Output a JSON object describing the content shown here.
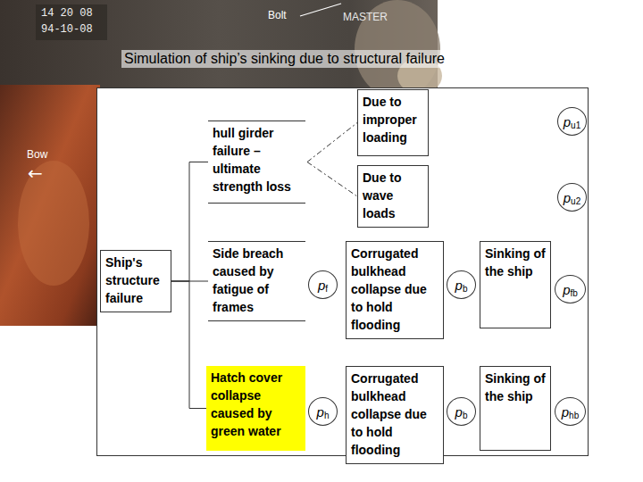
{
  "diagram": {
    "title": "Simulation of ship’s sinking due to structural failure",
    "nodes": [
      {
        "text": [
          "Ship's structure failure"
        ]
      },
      {
        "text": [
          "hull girder failure – ultimate strength loss"
        ]
      },
      {
        "text": [
          "Due to improper loading"
        ]
      },
      {
        "text": [
          "p",
          "u1"
        ]
      },
      {
        "text": [
          "Due to wave loads"
        ]
      },
      {
        "text": [
          "p",
          "u2"
        ]
      },
      {
        "text": [
          "Side breach caused by fatigue of frames"
        ]
      },
      {
        "text": [
          "p",
          "f"
        ]
      },
      {
        "text": [
          "Corrugated bulkhead collapse due to hold flooding"
        ]
      },
      {
        "text": [
          "p",
          "b"
        ]
      },
      {
        "text": [
          "Sinking of the ship"
        ]
      },
      {
        "text": [
          "p",
          "fb"
        ]
      },
      {
        "text": [
          "Hatch cover collapse caused by green water"
        ]
      },
      {
        "text": [
          "p",
          "h"
        ]
      },
      {
        "text": [
          "Corrugated bulkhead collapse due to hold flooding"
        ]
      },
      {
        "text": [
          "p",
          "b"
        ]
      },
      {
        "text": [
          "Sinking of the ship"
        ]
      },
      {
        "text": [
          "p",
          "hb"
        ]
      }
    ],
    "edges": [
      {
        "from": 0,
        "to": 1,
        "arrow": "none"
      },
      {
        "from": 0,
        "to": 6,
        "arrow": "none"
      },
      {
        "from": 0,
        "to": 12,
        "arrow": "none"
      },
      {
        "from": 1,
        "to": 2,
        "arrow": "none"
      },
      {
        "from": 1,
        "to": 4,
        "arrow": "none"
      }
    ],
    "labels": [
      "14 20 08",
      "94-10-08",
      "Bolt",
      "MASTER",
      "Bow",
      "←"
    ]
  }
}
